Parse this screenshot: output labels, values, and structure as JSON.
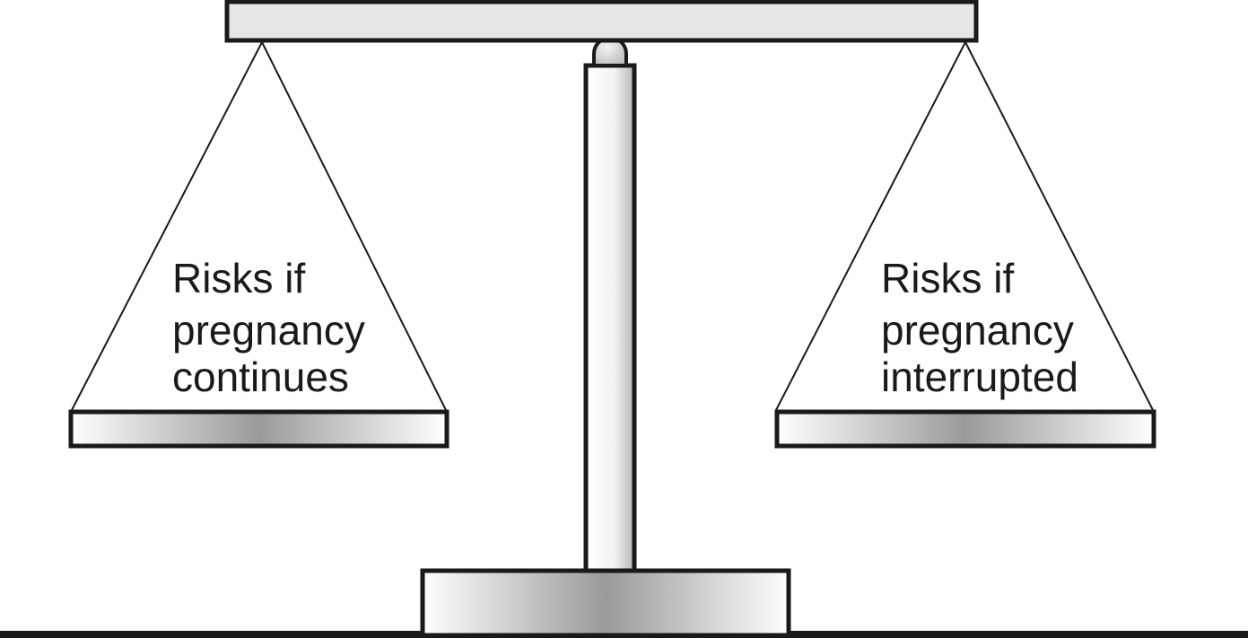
{
  "diagram": {
    "left_pan": {
      "lines": [
        "Risks if",
        "pregnancy",
        "continues"
      ]
    },
    "right_pan": {
      "lines": [
        "Risks if",
        "pregnancy",
        "interrupted"
      ]
    }
  }
}
